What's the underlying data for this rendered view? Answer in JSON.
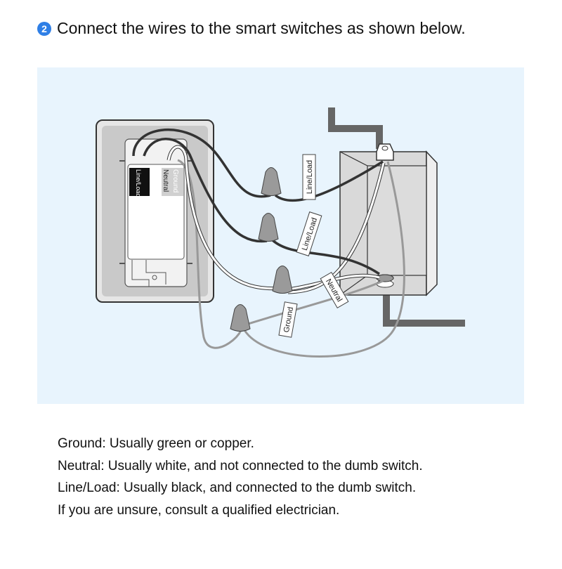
{
  "step": {
    "number": "2",
    "badge_color": "#2f7fe6",
    "title": "Connect the wires to the smart switches as shown below."
  },
  "diagram": {
    "background": "#e8f4fd",
    "switch_labels": {
      "line_load": "Line/Load",
      "neutral": "Neutral",
      "ground": "Ground"
    },
    "wire_labels": {
      "line_load_1": "Line/Load",
      "line_load_2": "Line/Load",
      "neutral": "Neutral",
      "ground": "Ground"
    }
  },
  "notes": [
    "Ground: Usually green or copper.",
    "Neutral: Usually white, and not connected to the dumb switch.",
    "Line/Load: Usually black, and connected to the dumb switch.",
    "If you are unsure, consult a qualified electrician."
  ]
}
